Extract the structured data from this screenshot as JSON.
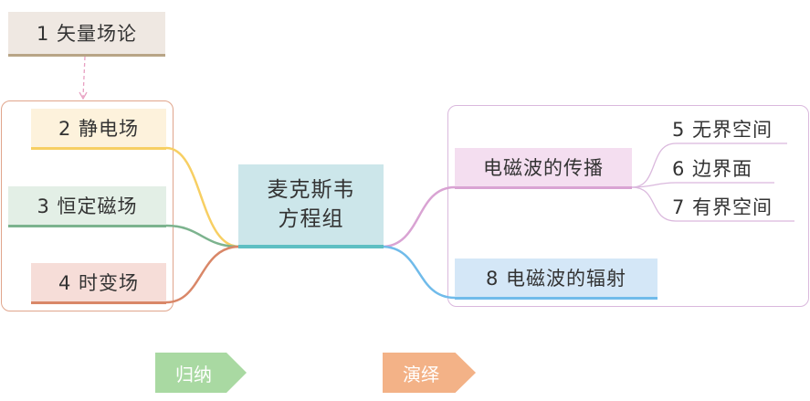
{
  "nodes": {
    "root": "麦克斯韦\n方程组",
    "n1": "1 矢量场论",
    "n2": "2 静电场",
    "n3": "3 恒定磁场",
    "n4": "4 时变场",
    "prop": "电磁波的传播",
    "n5": "5 无界空间",
    "n6": "6 边界面",
    "n7": "7 有界空间",
    "n8": "8 电磁波的辐射"
  },
  "tags": {
    "induction": "归纳",
    "deduction": "演绎"
  },
  "colors": {
    "n1_bg": "#efe8e2",
    "n1_line": "#b8a586",
    "n2_bg": "#fdf2dc",
    "n2_line": "#f7cf63",
    "n3_bg": "#e3efe6",
    "n3_line": "#7cb38e",
    "n4_bg": "#f6ddd8",
    "n4_line": "#d98768",
    "root_bg": "#cce6ea",
    "root_line": "#5ebfc3",
    "prop_bg": "#f4def0",
    "prop_line": "#d9a3d3",
    "n8_bg": "#d4e7f7",
    "n8_line": "#70bbea",
    "left_group_border": "#e0a58c",
    "right_group_border": "#dab8dd",
    "induction_tag": "#a9d9a2",
    "deduction_tag": "#f3b287"
  }
}
